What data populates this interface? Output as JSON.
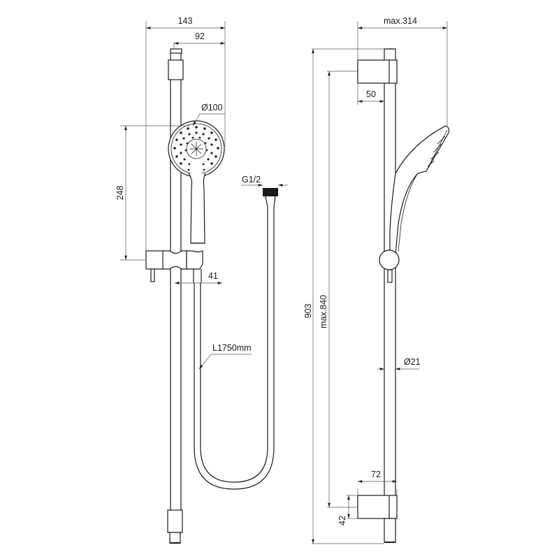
{
  "drawing": {
    "title": "Shower rail set technical drawing",
    "front_view": {
      "dimensions": {
        "overall_width": "143",
        "rail_to_head_width": "92",
        "head_diameter": "Ø100",
        "head_height": "248",
        "slider_offset": "41",
        "hose_connection": "G1/2",
        "hose_length": "L1750mm"
      }
    },
    "side_view": {
      "dimensions": {
        "max_projection": "max.314",
        "bracket_depth_top": "50",
        "overall_height": "903",
        "rail_length": "max.840",
        "rail_diameter": "Ø21",
        "bracket_depth_bottom": "72",
        "bracket_height": "42"
      }
    },
    "colors": {
      "line": "#1a1a1a",
      "dimension_line": "#555555",
      "background": "#ffffff"
    }
  }
}
